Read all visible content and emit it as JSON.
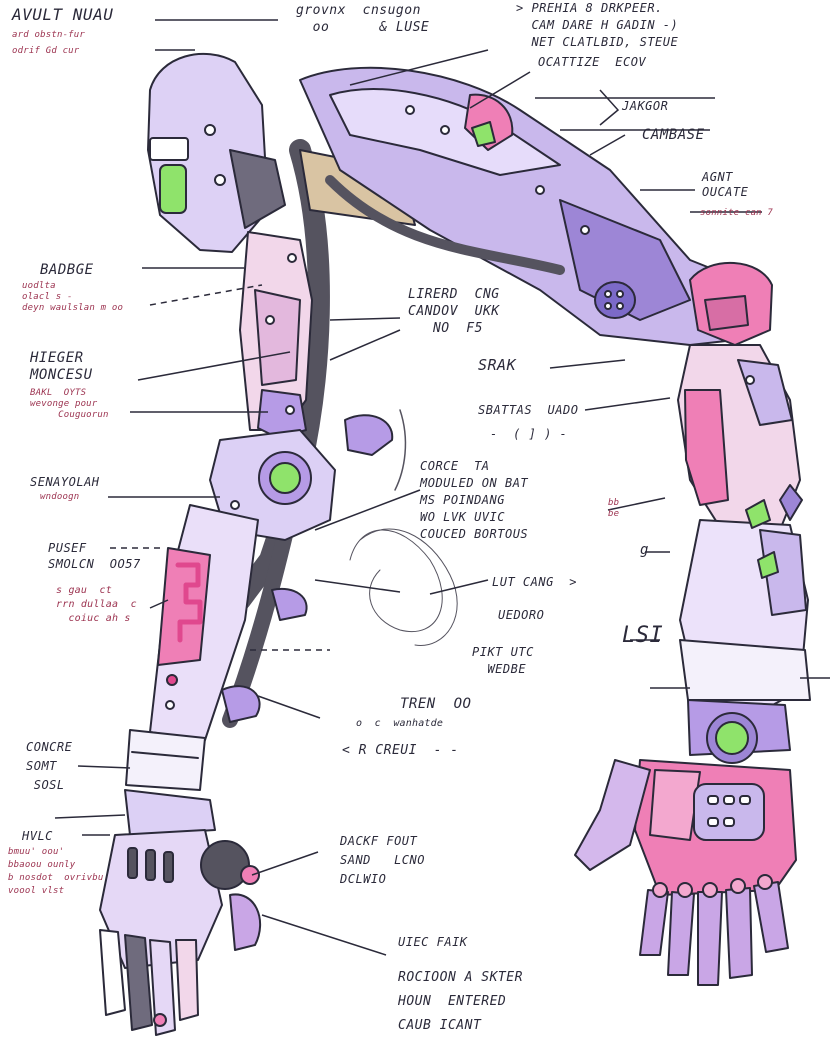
{
  "colors": {
    "ink": "#2b2a3a",
    "lavender": "#c9b8ec",
    "lavender_dark": "#9d86d6",
    "pink": "#ef7fb6",
    "hot_pink": "#e0488e",
    "green": "#8fe36b",
    "gray_mech": "#55535f",
    "tan": "#d9c4a3",
    "annotation_red": "#9c3350"
  },
  "labels": {
    "top_left_title": "AVULT NUAU",
    "top_left_sub1": "ard obstn-fur",
    "top_left_sub2": "odrif Gd cur",
    "top_center": "grovnx  cnsugon\n  oo      & LUSE",
    "top_right_1": "> PREHIA 8 DRKPEER.\n  CAM DARE H GADIN -)\n  NET CLATLBID, STEUE",
    "top_right_2": "OCATTIZE  ECOV",
    "shoulder_plate": "JAKGOR",
    "casebase": "CAMBASE",
    "agent_ouckate": "AGNT\nOUCATE",
    "small_red_right": "sonnite can 7",
    "badge_title": "BADBGE",
    "badge_sub": "uodlta\nolacl s -\ndeyn waulslan m oo",
    "upper_arm_title": "LIRERD  CNG\nCANDOV  UKK\n   NO  F5",
    "srak": "SRAK",
    "wrist_joint": "SBATTAS  UADO",
    "wrist_joint_sub": "-  ( ] ) -",
    "hider_title": "HIEGER\nMONCESU",
    "hider_sub": "BAKL  OYTS\nwevonge pour\n     Couguorun",
    "senyolah": "SENAYOLAH",
    "senyolah_sub": "wndoogn",
    "elbow_note": "CORCE  TA\nMODULED ON BAT\nMS POINDANG\nWO LVK UVIC\nCOUCED BORTOUS",
    "bb_letters": "bb\nbe",
    "right_small_g": "g",
    "forearm_title": "PUSEF\nSMOLCN  OO57",
    "forearm_sub": "s gau  ct\nrrn dullaa  c\n  coiuc ah s",
    "lute_label": "LUT CANG  >",
    "wrist_lower": "UEDORO",
    "pivot_note": "PIKT UTC\n  WEDBE",
    "lsi": "LSI",
    "tren": "TREN  OO",
    "tren_sub": "o  c  wanhatde",
    "r_creu": "< R CREUI  - -",
    "concre_title": "CONCRE\nSOMT\n SOSL",
    "hand_note": "DACKF FOUT\nSAND   LCNO\nDCLWIO",
    "left_bottom_title": "HVLC",
    "left_bottom_sub": "bmuu' oou'\nbbaoou ounly\nb nosdot  ovrivbu\nvoool vlst",
    "grip_label": "UIEC FAIK",
    "bottom_note": "ROCIOON A SKTER\nHOUN  ENTERED\nCAUB ICANT"
  }
}
